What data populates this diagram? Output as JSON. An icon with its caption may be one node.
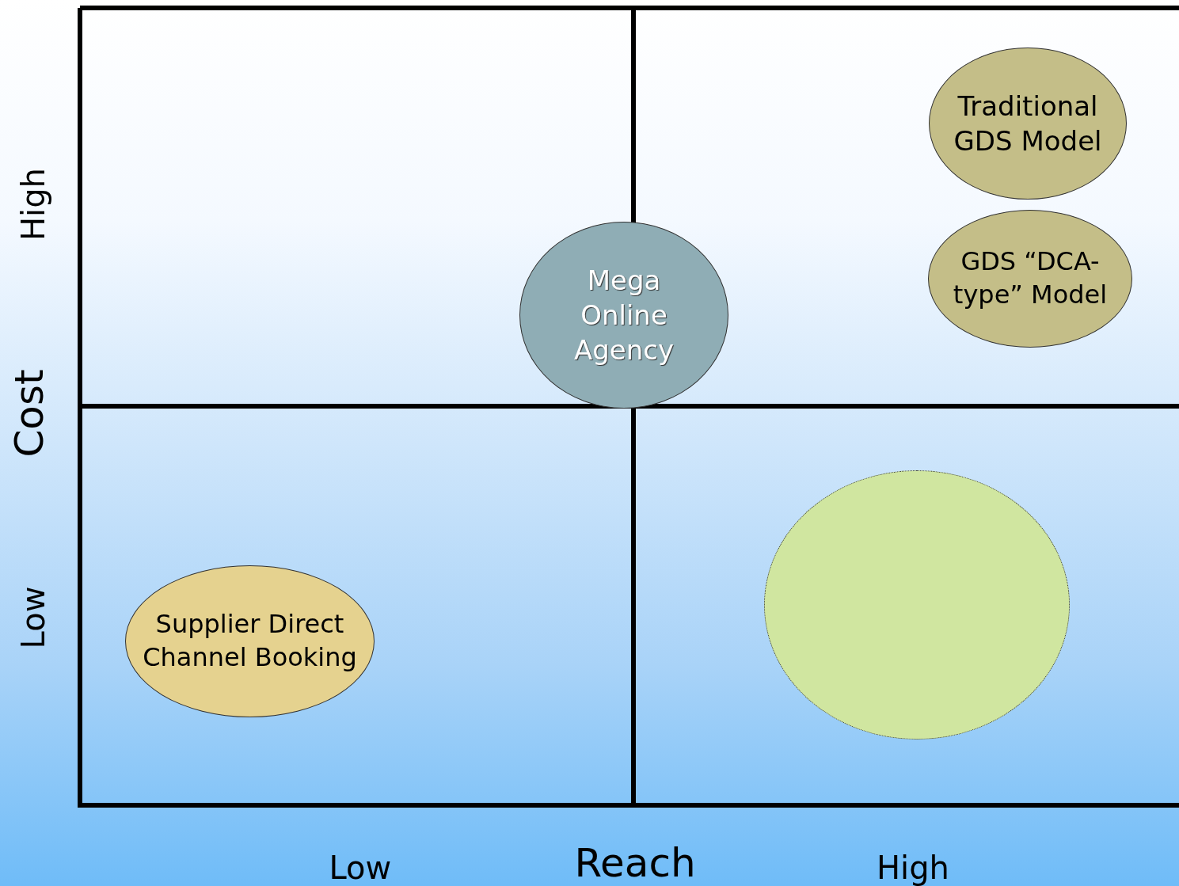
{
  "diagram": {
    "nodes": [
      {
        "text": [
          "Traditional GDS Model"
        ]
      },
      {
        "text": [
          "GDS “DCA-type” Model"
        ]
      },
      {
        "text": [
          "Mega Online Agency"
        ]
      },
      {
        "text": [],
        "shape": "circle"
      },
      {
        "text": [
          "Supplier Direct Channel Booking"
        ]
      }
    ],
    "edges": [],
    "labels": [
      "High",
      "Cost",
      "Low",
      "Low",
      "Reach",
      "High"
    ]
  }
}
